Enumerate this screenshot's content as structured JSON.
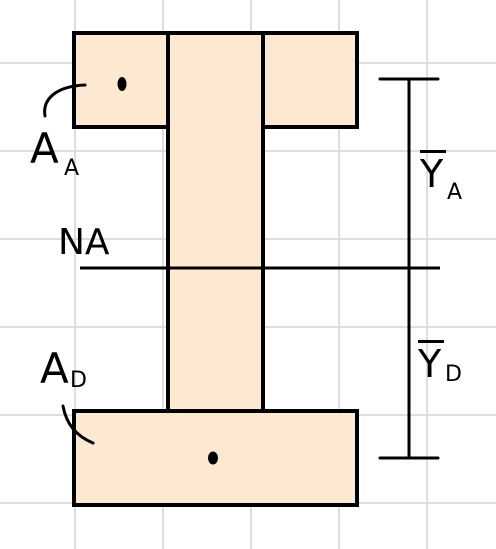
{
  "labels": {
    "top_area": {
      "main": "A",
      "sub": "A"
    },
    "bottom_area": {
      "main": "A",
      "sub": "D"
    },
    "neutral_axis": "NA",
    "y_top": {
      "main": "Y",
      "sub": "A"
    },
    "y_bottom": {
      "main": "Y",
      "sub": "D"
    }
  },
  "colors": {
    "fill": "#fde9d2",
    "stroke": "#000000",
    "grid": "#d3d3d3",
    "background": "#ffffff"
  }
}
